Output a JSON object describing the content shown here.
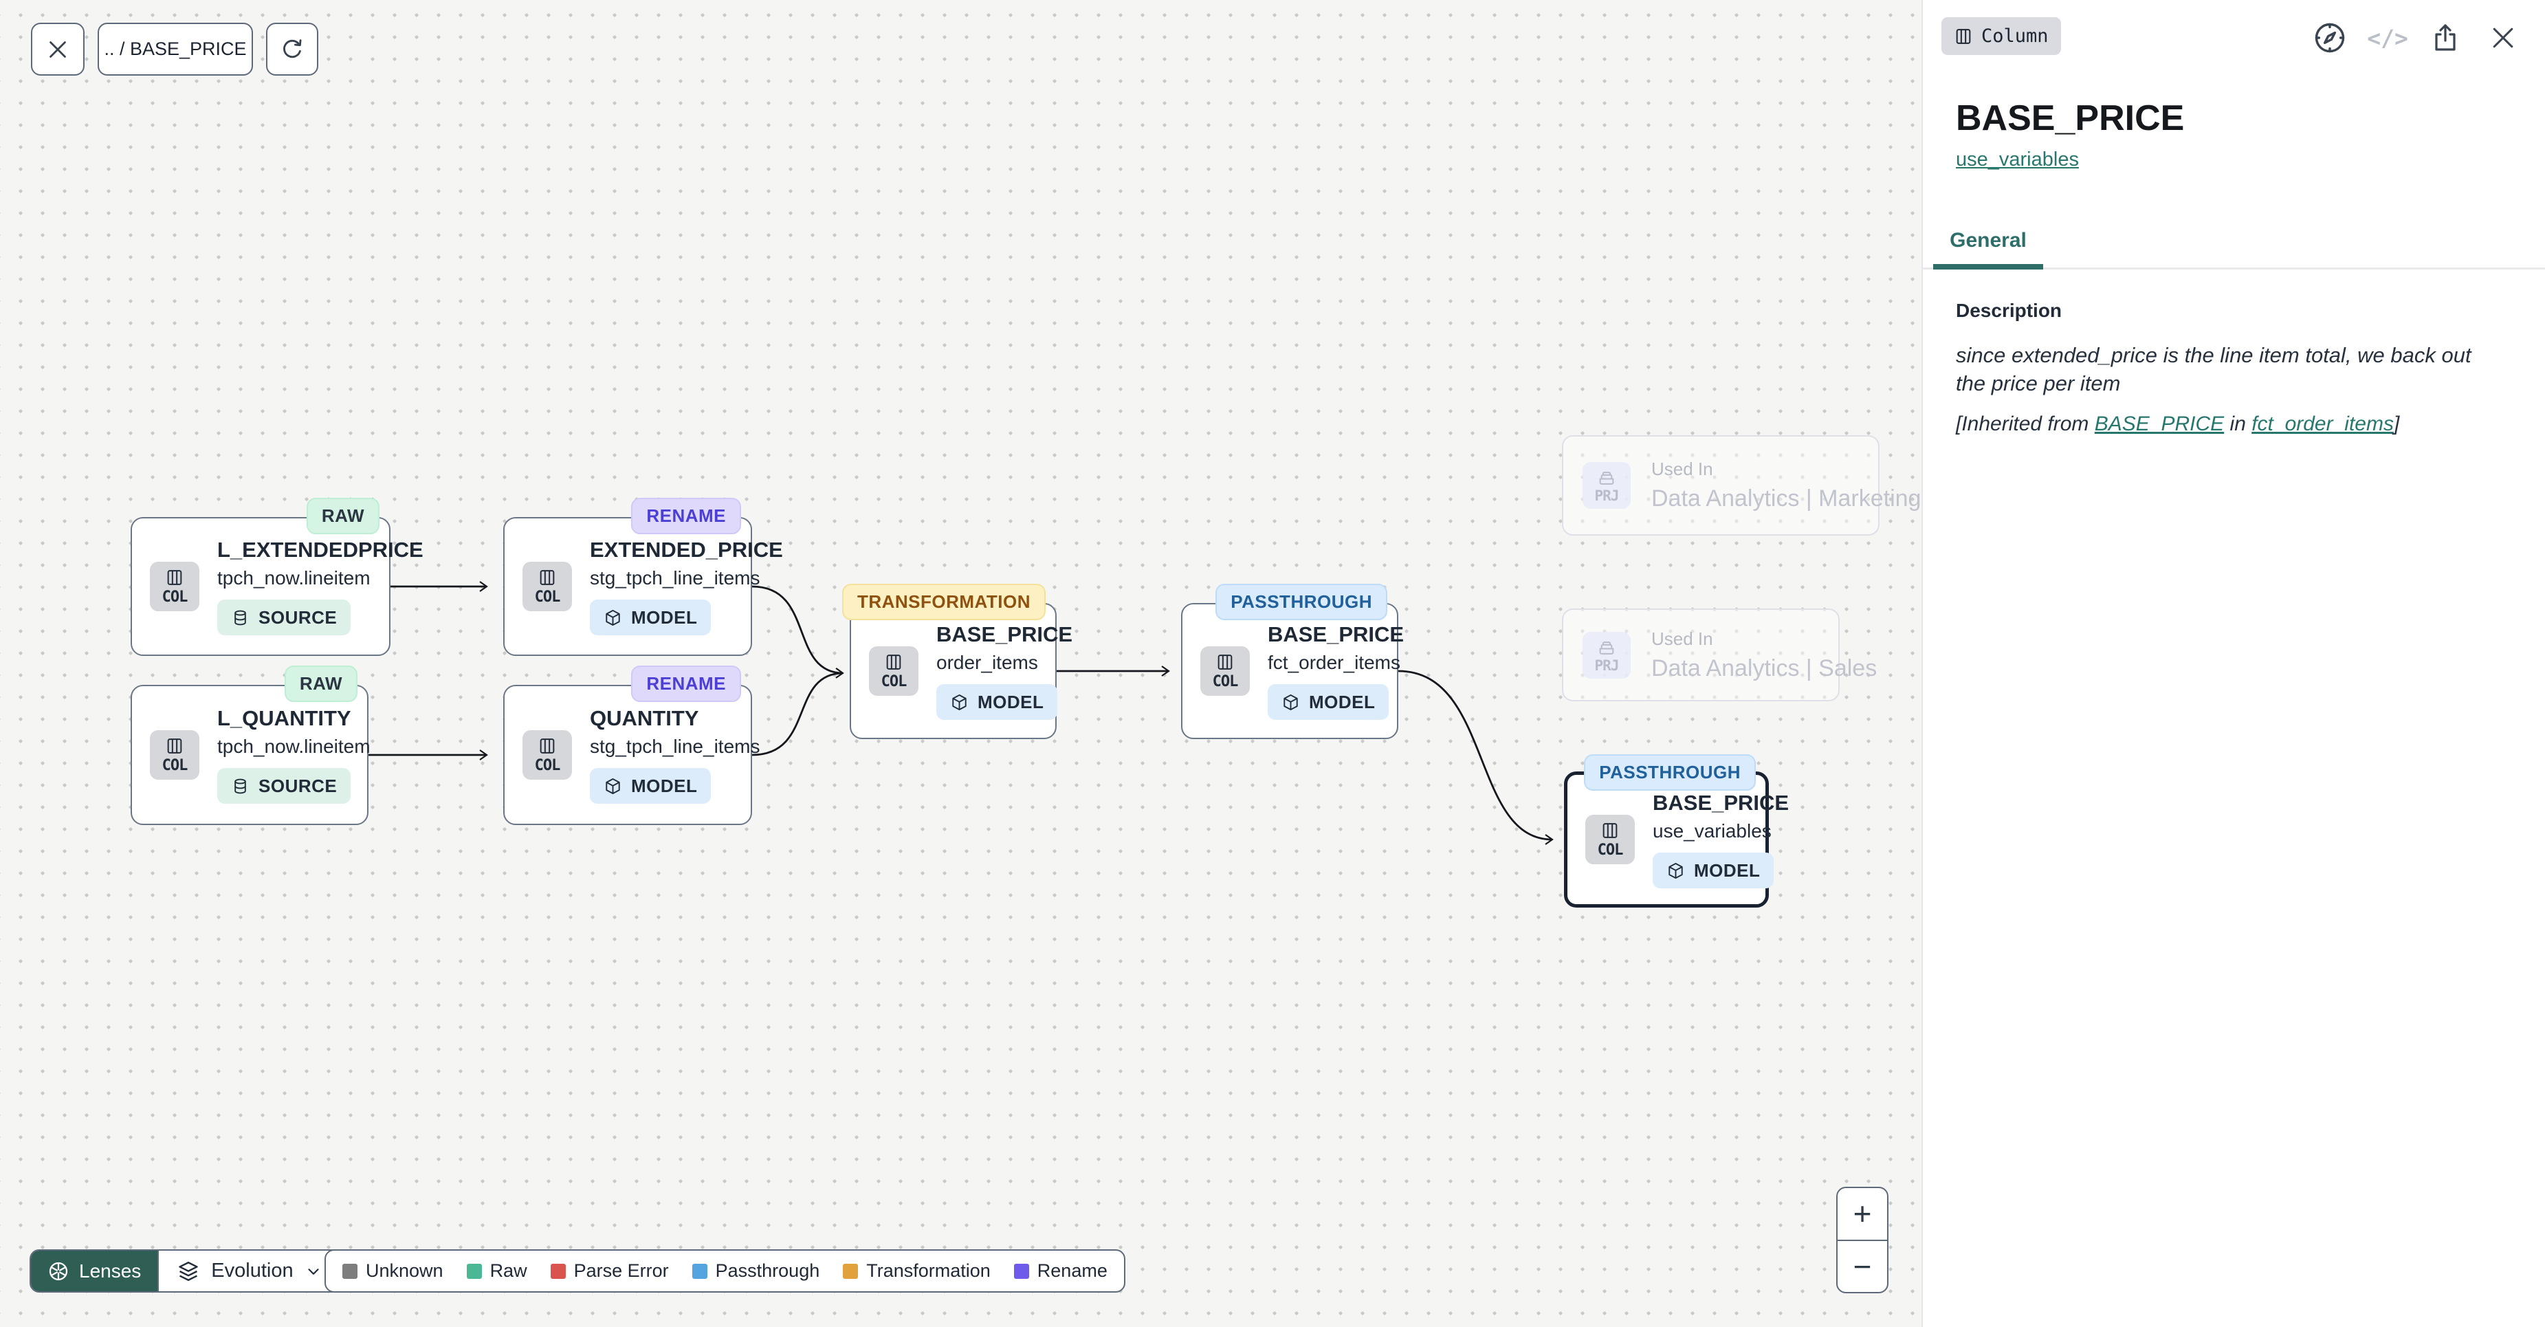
{
  "toolbar": {
    "breadcrumb": ".. / BASE_PRICE"
  },
  "canvas": {
    "nodes": [
      {
        "badge": "RAW",
        "title": "L_EXTENDEDPRICE",
        "subtitle": "tpch_now.lineitem",
        "entity": "COL",
        "type_label": "SOURCE"
      },
      {
        "badge": "RENAME",
        "title": "EXTENDED_PRICE",
        "subtitle": "stg_tpch_line_items",
        "entity": "COL",
        "type_label": "MODEL"
      },
      {
        "badge": "RAW",
        "title": "L_QUANTITY",
        "subtitle": "tpch_now.lineitem",
        "entity": "COL",
        "type_label": "SOURCE"
      },
      {
        "badge": "RENAME",
        "title": "QUANTITY",
        "subtitle": "stg_tpch_line_items",
        "entity": "COL",
        "type_label": "MODEL"
      },
      {
        "badge": "TRANSFORMATION",
        "title": "BASE_PRICE",
        "subtitle": "order_items",
        "entity": "COL",
        "type_label": "MODEL"
      },
      {
        "badge": "PASSTHROUGH",
        "title": "BASE_PRICE",
        "subtitle": "fct_order_items",
        "entity": "COL",
        "type_label": "MODEL"
      },
      {
        "badge": "PASSTHROUGH",
        "title": "BASE_PRICE",
        "subtitle": "use_variables",
        "entity": "COL",
        "type_label": "MODEL",
        "selected": true
      }
    ],
    "ghost_nodes": [
      {
        "label": "Used In",
        "name": "Data Analytics | Marketing",
        "entity": "PRJ"
      },
      {
        "label": "Used In",
        "name": "Data Analytics | Sales",
        "entity": "PRJ"
      }
    ]
  },
  "lens_bar": {
    "lenses_label": "Lenses",
    "mode_label": "Evolution"
  },
  "legend": {
    "items": [
      {
        "label": "Unknown",
        "color": "#7d7d7d"
      },
      {
        "label": "Raw",
        "color": "#4cb795"
      },
      {
        "label": "Parse Error",
        "color": "#d9544d"
      },
      {
        "label": "Passthrough",
        "color": "#54a4e0"
      },
      {
        "label": "Transformation",
        "color": "#e2a23b"
      },
      {
        "label": "Rename",
        "color": "#6e5bea"
      }
    ]
  },
  "zoom_controls": {
    "zoom_in": "+",
    "zoom_out": "−"
  },
  "sidebar": {
    "entity_badge": "Column",
    "title": "BASE_PRICE",
    "parent_link": "use_variables",
    "tab": "General",
    "description_heading": "Description",
    "description_body": "since extended_price is the line item total, we back out the price per item",
    "inherited": {
      "prefix": "[Inherited from ",
      "link1": "BASE_PRICE",
      "middle": " in ",
      "link2": "fct_order_items",
      "suffix": "]"
    },
    "code_icon_glyph": "</>"
  },
  "colors": {
    "accent_teal": "#27776d",
    "lenses_button_bg": "#2e5e54",
    "selection_border": "#182230",
    "node_border": "#6b7686",
    "edge": "#14171c",
    "badge_raw_bg": "#d5f4e3",
    "badge_rename_bg": "#dfdafb",
    "badge_transformation_bg": "#fdf1c3",
    "badge_passthrough_bg": "#d9ebfc",
    "pill_source_bg": "#def1e9",
    "pill_model_bg": "#dcecfb"
  }
}
